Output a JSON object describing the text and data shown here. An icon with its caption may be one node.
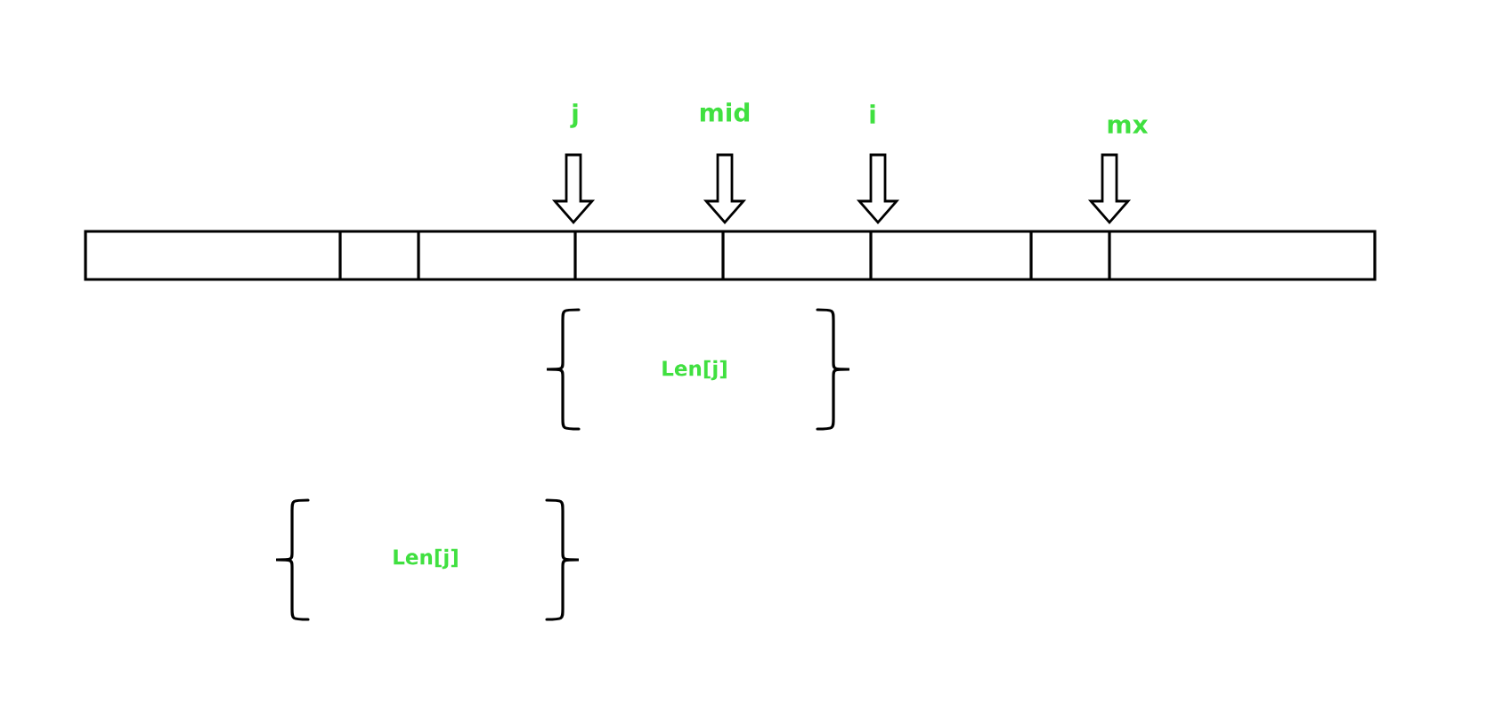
{
  "diagram": {
    "nodes": [
      {
        "text": [
          "j"
        ]
      },
      {
        "text": [
          "mid"
        ]
      },
      {
        "text": [
          "i"
        ]
      },
      {
        "text": [
          "mx"
        ]
      }
    ],
    "edges": [
      {
        "from": 0,
        "to": null,
        "arrow": "to"
      },
      {
        "from": 1,
        "to": null,
        "arrow": "to"
      },
      {
        "from": 2,
        "to": null,
        "arrow": "to"
      },
      {
        "from": 3,
        "to": null,
        "arrow": "to"
      }
    ],
    "labels": [
      "Len[j]",
      "Len[j]"
    ]
  }
}
